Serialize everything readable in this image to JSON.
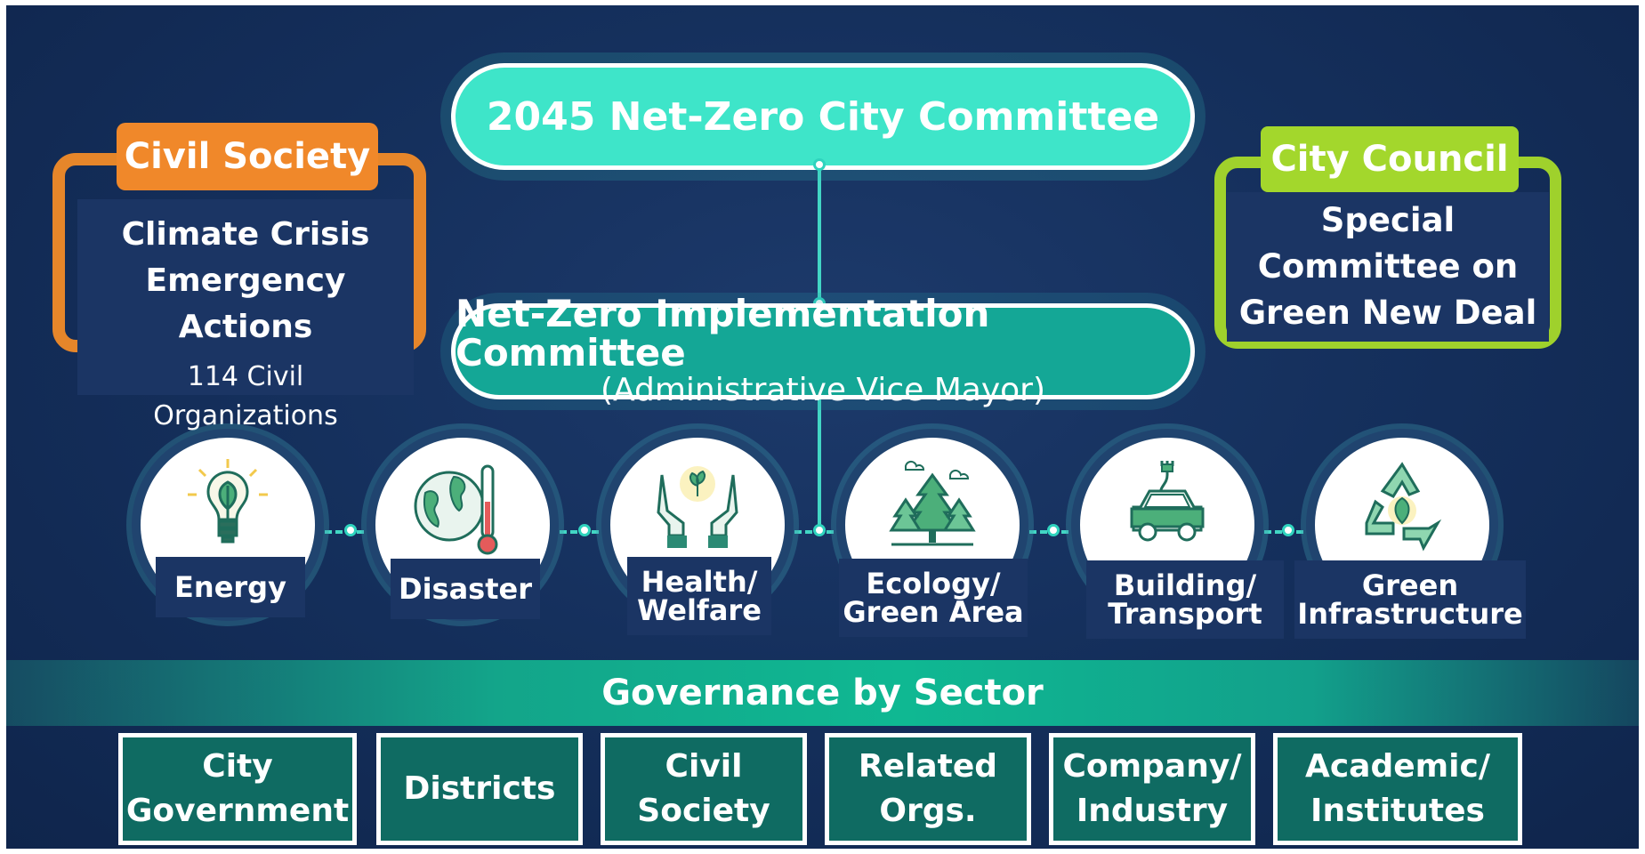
{
  "top_committee": "2045 Net-Zero City Committee",
  "implementation": {
    "title": "Net-Zero Implementation Committee",
    "subtitle": "(Administrative Vice Mayor)"
  },
  "civil_society": {
    "tab": "Civil Society",
    "line1": "Climate Crisis",
    "line2": "Emergency Actions",
    "sub1": "114 Civil",
    "sub2": "Organizations"
  },
  "city_council": {
    "tab": "City Council",
    "line1": "Special",
    "line2": "Committee on",
    "line3": "Green New Deal"
  },
  "sectors": [
    {
      "icon": "lightbulb-leaf-icon",
      "l1": "Energy",
      "l2": ""
    },
    {
      "icon": "globe-thermometer-icon",
      "l1": "Disaster",
      "l2": ""
    },
    {
      "icon": "hands-sprout-icon",
      "l1": "Health/",
      "l2": "Welfare"
    },
    {
      "icon": "forest-trees-icon",
      "l1": "Ecology/",
      "l2": "Green Area"
    },
    {
      "icon": "electric-car-icon",
      "l1": "Building/",
      "l2": "Transport"
    },
    {
      "icon": "recycle-leaf-icon",
      "l1": "Green",
      "l2": "Infrastructure"
    }
  ],
  "governance": {
    "title": "Governance by Sector",
    "boxes": [
      {
        "l1": "City",
        "l2": "Government"
      },
      {
        "l1": "Districts",
        "l2": ""
      },
      {
        "l1": "Civil",
        "l2": "Society"
      },
      {
        "l1": "Related",
        "l2": "Orgs."
      },
      {
        "l1": "Company/",
        "l2": "Industry"
      },
      {
        "l1": "Academic/",
        "l2": "Institutes"
      }
    ]
  },
  "colors": {
    "background": "#15305d",
    "teal": "#3ee5c9",
    "orange": "#f0882a",
    "lime": "#a3d72c"
  }
}
